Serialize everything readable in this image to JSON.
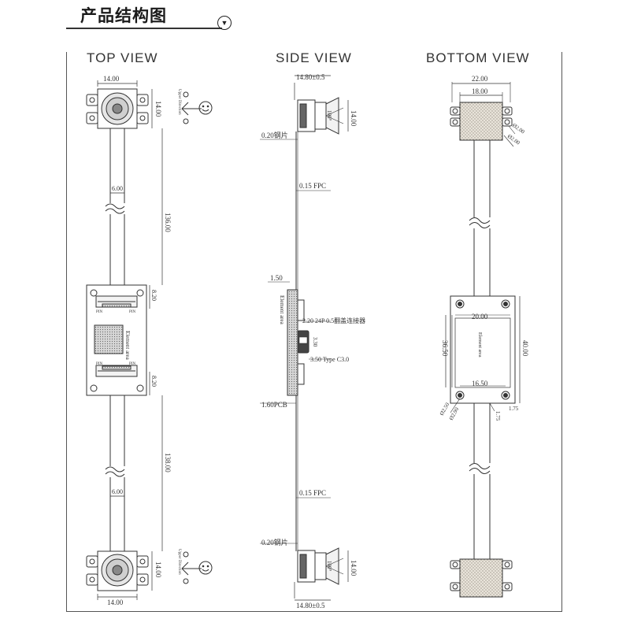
{
  "header": {
    "title": "产品结构图",
    "toggle_icon": "chevron-down-icon"
  },
  "views": {
    "top": {
      "title": "TOP VIEW",
      "dims": {
        "cam_width_top": "14.00",
        "cam_height_top": "14.00",
        "fpc_width_top": "6.00",
        "fpc_len_top": "136.00",
        "conn_top": "8.20",
        "conn_bottom": "8.20",
        "fpc_len_bottom": "138.00",
        "fpc_width_bottom": "6.00",
        "cam_height_bottom": "14.00",
        "cam_width_bottom": "14.00"
      },
      "labels": {
        "element_area": "Element area",
        "pin_left": "PIN",
        "pin_right": "PIN",
        "pin_left_2": "PIN",
        "pin_right_2": "PIN",
        "upper_direction_top": "Upper Direction",
        "upper_direction_bottom": "Upper Direction"
      }
    },
    "side": {
      "title": "SIDE VIEW",
      "dims": {
        "cam_top": "14.80±0.5",
        "cam_h_top": "14.00",
        "fov_top": "100°",
        "steel_top": "0.20钢片",
        "fpc_top": "0.15 FPC",
        "board_w": "1.50",
        "element_area": "Element area",
        "conn_24p": "2.20  24P 0.5翻盖连接器",
        "typec_h": "3.30",
        "typec": "3.50 Type C3.0",
        "pcb": "1.60PCB",
        "fpc_bottom": "0.15 FPC",
        "steel_bottom": "0.20钢片",
        "cam_h_bottom": "14.00",
        "fov_bottom": "100°",
        "cam_bottom": "14.80±0.5"
      }
    },
    "bottom": {
      "title": "BOTTOM  VIEW",
      "dims": {
        "outer_w": "22.00",
        "inner_w": "18.00",
        "hole_top_a": "Ø2.00",
        "hole_top_b": "Ø2.00",
        "board_w": "20.00",
        "board_h_inner": "36.50",
        "board_h_outer": "40.00",
        "element_area": "Element area",
        "slot_w": "16.50",
        "hole_a": "Ø2.50",
        "hole_b": "Ø2.90",
        "margin_a": "1.75",
        "margin_b": "1.75"
      }
    }
  }
}
